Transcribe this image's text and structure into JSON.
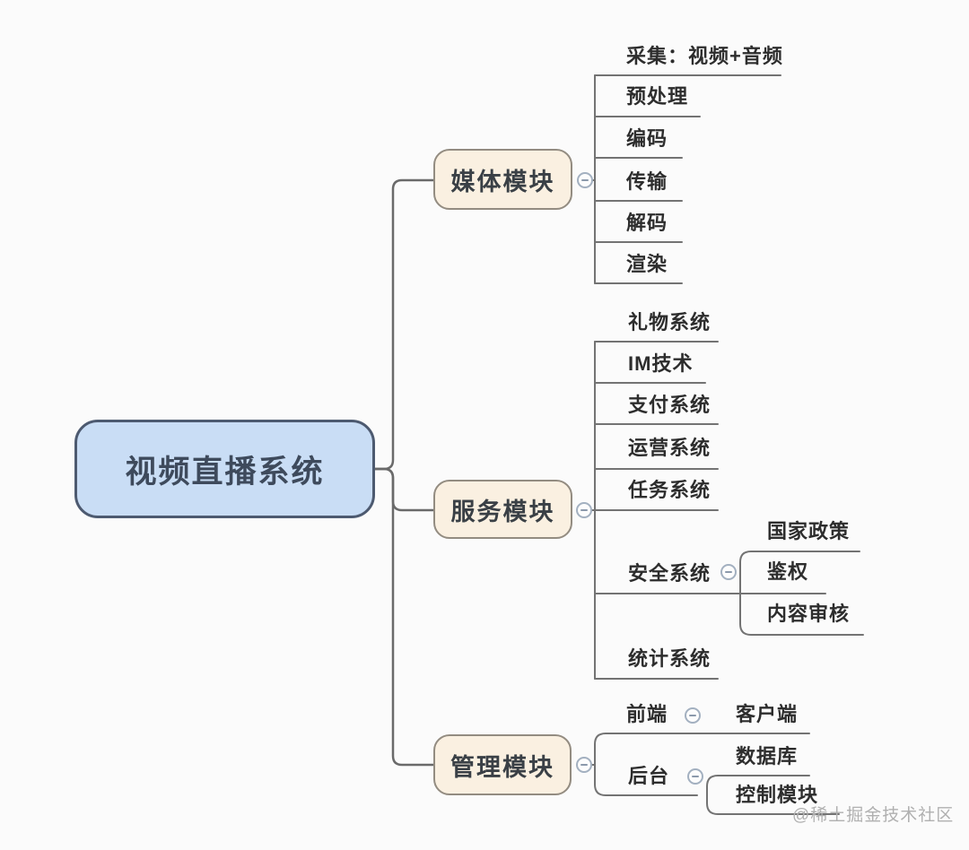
{
  "root": {
    "label": "视频直播系统"
  },
  "modules": [
    {
      "label": "媒体模块",
      "children": [
        {
          "label": "采集：视频+音频"
        },
        {
          "label": "预处理"
        },
        {
          "label": "编码"
        },
        {
          "label": "传输"
        },
        {
          "label": "解码"
        },
        {
          "label": "渲染"
        }
      ]
    },
    {
      "label": "服务模块",
      "children": [
        {
          "label": "礼物系统"
        },
        {
          "label": "IM技术"
        },
        {
          "label": "支付系统"
        },
        {
          "label": "运营系统"
        },
        {
          "label": "任务系统"
        },
        {
          "label": "安全系统",
          "children": [
            {
              "label": "国家政策"
            },
            {
              "label": "鉴权"
            },
            {
              "label": "内容审核"
            }
          ]
        },
        {
          "label": "统计系统"
        }
      ]
    },
    {
      "label": "管理模块",
      "children": [
        {
          "label": "前端",
          "children": [
            {
              "label": "客户端"
            }
          ]
        },
        {
          "label": "后台",
          "children": [
            {
              "label": "数据库"
            },
            {
              "label": "控制模块"
            }
          ]
        }
      ]
    }
  ],
  "watermark": "@稀土掘金技术社区",
  "icons": {
    "collapse": "minus-circle"
  },
  "colors": {
    "background": "#fbfbfb",
    "root_fill": "#c9ddf5",
    "root_border": "#4d5a70",
    "module_fill": "#faf0e1",
    "module_border": "#938c81",
    "line": "#737373",
    "text": "#2d2d2d",
    "collapse_border": "#a3b0c0",
    "watermark": "#b0b0b0"
  }
}
